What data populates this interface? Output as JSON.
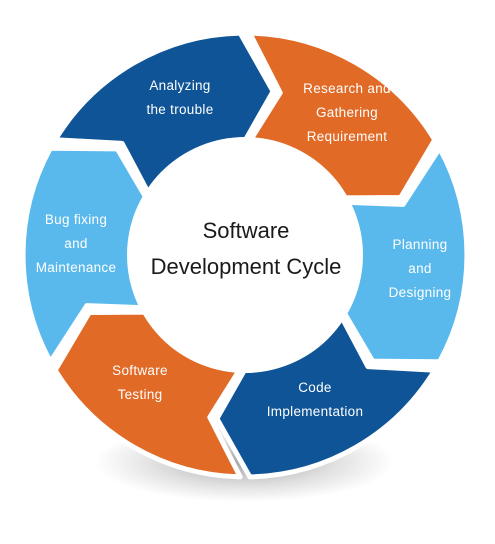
{
  "center": {
    "line1": "Software",
    "line2": "Development Cycle"
  },
  "stages": [
    {
      "name": "analyzing",
      "lines": [
        "Analyzing",
        "the trouble"
      ],
      "color": "#0f5496"
    },
    {
      "name": "research",
      "lines": [
        "Research and",
        "Gathering",
        "Requirement"
      ],
      "color": "#e06a26"
    },
    {
      "name": "planning",
      "lines": [
        "Planning",
        "and",
        "Designing"
      ],
      "color": "#5ab9ec"
    },
    {
      "name": "code",
      "lines": [
        "Code",
        "Implementation"
      ],
      "color": "#0f5496"
    },
    {
      "name": "testing",
      "lines": [
        "Software",
        "Testing"
      ],
      "color": "#e06a26"
    },
    {
      "name": "bugfix",
      "lines": [
        "Bug fixing",
        "and",
        "Maintenance"
      ],
      "color": "#5ab9ec"
    }
  ]
}
